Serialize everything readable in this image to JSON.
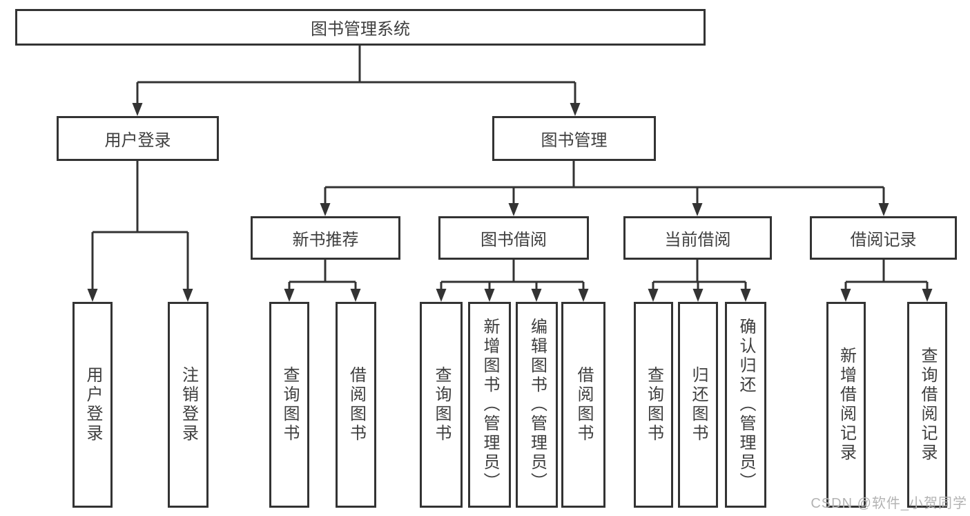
{
  "nodes": {
    "root": {
      "label": "图书管理系统"
    },
    "user_login": {
      "label": "用户登录"
    },
    "book_mgmt": {
      "label": "图书管理"
    },
    "new_books": {
      "label": "新书推荐"
    },
    "book_borrow": {
      "label": "图书借阅"
    },
    "current_borrow": {
      "label": "当前借阅"
    },
    "borrow_records": {
      "label": "借阅记录"
    },
    "leaf_user_login": {
      "label": "用户登录"
    },
    "leaf_logout": {
      "label": "注销登录"
    },
    "leaf_nb_query": {
      "label": "查询图书"
    },
    "leaf_nb_borrow": {
      "label": "借阅图书"
    },
    "leaf_bb_query": {
      "label": "查询图书"
    },
    "leaf_bb_add": {
      "label": "新增图书（管理员）"
    },
    "leaf_bb_edit": {
      "label": "编辑图书（管理员）"
    },
    "leaf_bb_borrow": {
      "label": "借阅图书"
    },
    "leaf_cb_query": {
      "label": "查询图书"
    },
    "leaf_cb_return": {
      "label": "归还图书"
    },
    "leaf_cb_confirm": {
      "label": "确认归还（管理员）"
    },
    "leaf_br_add": {
      "label": "新增借阅记录"
    },
    "leaf_br_query": {
      "label": "查询借阅记录"
    }
  },
  "watermark": {
    "text": "CSDN @软件_小贺同学"
  },
  "colors": {
    "line": "#333333",
    "border": "#333333",
    "text": "#3e3e3e",
    "watermark": "#b3b3b3",
    "background": "#ffffff"
  }
}
